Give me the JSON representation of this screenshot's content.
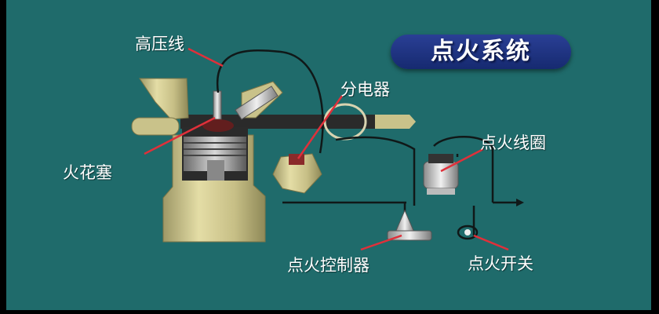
{
  "title": "点火系统",
  "labels": {
    "hv_wire": "高压线",
    "distributor": "分电器",
    "spark_plug": "火花塞",
    "ignition_coil": "点火线圈",
    "ignition_control": "点火控制器",
    "ignition_switch": "点火开关"
  },
  "colors": {
    "background": "#1f6b6b",
    "title_pill": "#1e3282",
    "engine_body": "#c9c28a",
    "leader_line": "#e0303a",
    "wire": "#101818"
  }
}
